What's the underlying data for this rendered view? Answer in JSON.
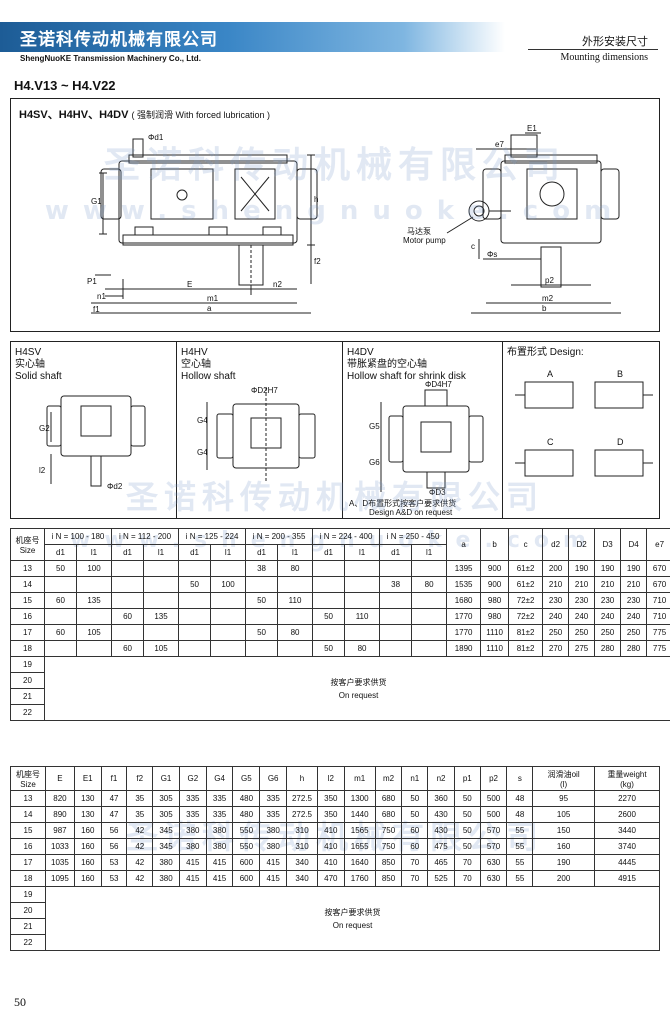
{
  "header": {
    "company_cn": "圣诺科传动机械有限公司",
    "company_en": "ShengNuoKE Transmission Machinery Co., Ltd.",
    "section_cn": "外形安装尺寸",
    "section_en": "Mounting dimensions",
    "model_range": "H4.V13 ~ H4.V22"
  },
  "watermark": {
    "cn": "圣诺科传动机械有限公司",
    "url": "www.shengnuoke.com"
  },
  "main_drawing": {
    "title": "H4SV、H4HV、H4DV",
    "subtitle": "( 强制润滑 With forced lubrication )",
    "labels": {
      "phi_d1": "Φd1",
      "G1": "G1",
      "h": "h",
      "f2": "f2",
      "P1": "P1",
      "n1": "n1",
      "f1": "f1",
      "E": "E",
      "n2": "n2",
      "m1": "m1",
      "a": "a",
      "e7": "e7",
      "E1": "E1",
      "motor_pump_cn": "马达泵",
      "motor_pump_en": "Motor pump",
      "c": "c",
      "phi_s": "Φs",
      "p2": "p2",
      "m2": "m2",
      "b": "b"
    }
  },
  "variants": {
    "solid": {
      "code": "H4SV",
      "cn": "实心轴",
      "en": "Solid shaft",
      "G2": "G2",
      "l2": "l2",
      "d2": "Φd2"
    },
    "hollow": {
      "code": "H4HV",
      "cn": "空心轴",
      "en": "Hollow shaft",
      "D2": "ΦD2H7",
      "G4": "G4"
    },
    "shrink": {
      "code": "H4DV",
      "cn": "带胀紧盘的空心轴",
      "en": "Hollow shaft for shrink disk",
      "D4": "ΦD4H7",
      "G5": "G5",
      "G6": "G6",
      "D3": "ΦD3",
      "note_cn": "A、D布置形式按客户要求供货",
      "note_en": "Design A&D on request"
    },
    "design": {
      "title": "布置形式 Design:",
      "A": "A",
      "B": "B",
      "C": "C",
      "D": "D"
    }
  },
  "table1": {
    "size_cn": "机座号",
    "size_en": "Size",
    "ratio_groups": [
      "i N = 100 - 180",
      "i N = 112 - 200",
      "i N = 125 - 224",
      "i N = 200 - 355",
      "i N = 224 - 400",
      "i N = 250 - 450"
    ],
    "sub": [
      "d1",
      "l1"
    ],
    "cols": [
      "a",
      "b",
      "c",
      "d2",
      "D2",
      "D3",
      "D4",
      "e7"
    ],
    "rows": [
      [
        "13",
        "50",
        "100",
        "",
        "",
        "",
        "",
        "38",
        "80",
        "",
        "",
        "",
        "",
        "1395",
        "900",
        "61±2",
        "200",
        "190",
        "190",
        "190",
        "670"
      ],
      [
        "14",
        "",
        "",
        "",
        "",
        "50",
        "100",
        "",
        "",
        "",
        "",
        "38",
        "80",
        "1535",
        "900",
        "61±2",
        "210",
        "210",
        "210",
        "210",
        "670"
      ],
      [
        "15",
        "60",
        "135",
        "",
        "",
        "",
        "",
        "50",
        "110",
        "",
        "",
        "",
        "",
        "1680",
        "980",
        "72±2",
        "230",
        "230",
        "230",
        "230",
        "710"
      ],
      [
        "16",
        "",
        "",
        "60",
        "135",
        "",
        "",
        "",
        "",
        "50",
        "110",
        "",
        "",
        "1770",
        "980",
        "72±2",
        "240",
        "240",
        "240",
        "240",
        "710"
      ],
      [
        "17",
        "60",
        "105",
        "",
        "",
        "",
        "",
        "50",
        "80",
        "",
        "",
        "",
        "",
        "1770",
        "1110",
        "81±2",
        "250",
        "250",
        "250",
        "250",
        "775"
      ],
      [
        "18",
        "",
        "",
        "60",
        "105",
        "",
        "",
        "",
        "",
        "50",
        "80",
        "",
        "",
        "1890",
        "1110",
        "81±2",
        "270",
        "275",
        "280",
        "280",
        "775"
      ]
    ],
    "empty_sizes": [
      "19",
      "20",
      "21",
      "22"
    ],
    "on_request_cn": "按客户要求供货",
    "on_request_en": "On request"
  },
  "table2": {
    "size_cn": "机座号",
    "size_en": "Size",
    "cols": [
      "E",
      "E1",
      "f1",
      "f2",
      "G1",
      "G2",
      "G4",
      "G5",
      "G6",
      "h",
      "l2",
      "m1",
      "m2",
      "n1",
      "n2",
      "p1",
      "p2",
      "s"
    ],
    "oil_cn": "润滑油oil",
    "oil_unit": "(l)",
    "weight_cn": "重量weight",
    "weight_unit": "(kg)",
    "rows": [
      [
        "13",
        "820",
        "130",
        "47",
        "35",
        "305",
        "335",
        "335",
        "480",
        "335",
        "272.5",
        "350",
        "1300",
        "680",
        "50",
        "360",
        "50",
        "500",
        "48",
        "95",
        "2270"
      ],
      [
        "14",
        "890",
        "130",
        "47",
        "35",
        "305",
        "335",
        "335",
        "480",
        "335",
        "272.5",
        "350",
        "1440",
        "680",
        "50",
        "430",
        "50",
        "500",
        "48",
        "105",
        "2600"
      ],
      [
        "15",
        "987",
        "160",
        "56",
        "42",
        "345",
        "380",
        "380",
        "550",
        "380",
        "310",
        "410",
        "1565",
        "750",
        "60",
        "430",
        "50",
        "570",
        "55",
        "150",
        "3440"
      ],
      [
        "16",
        "1033",
        "160",
        "56",
        "42",
        "345",
        "380",
        "380",
        "550",
        "380",
        "310",
        "410",
        "1655",
        "750",
        "60",
        "475",
        "50",
        "570",
        "55",
        "160",
        "3740"
      ],
      [
        "17",
        "1035",
        "160",
        "53",
        "42",
        "380",
        "415",
        "415",
        "600",
        "415",
        "340",
        "410",
        "1640",
        "850",
        "70",
        "465",
        "70",
        "630",
        "55",
        "190",
        "4445"
      ],
      [
        "18",
        "1095",
        "160",
        "53",
        "42",
        "380",
        "415",
        "415",
        "600",
        "415",
        "340",
        "470",
        "1760",
        "850",
        "70",
        "525",
        "70",
        "630",
        "55",
        "200",
        "4915"
      ]
    ],
    "empty_sizes": [
      "19",
      "20",
      "21",
      "22"
    ],
    "on_request_cn": "按客户要求供货",
    "on_request_en": "On request"
  },
  "page_number": "50"
}
